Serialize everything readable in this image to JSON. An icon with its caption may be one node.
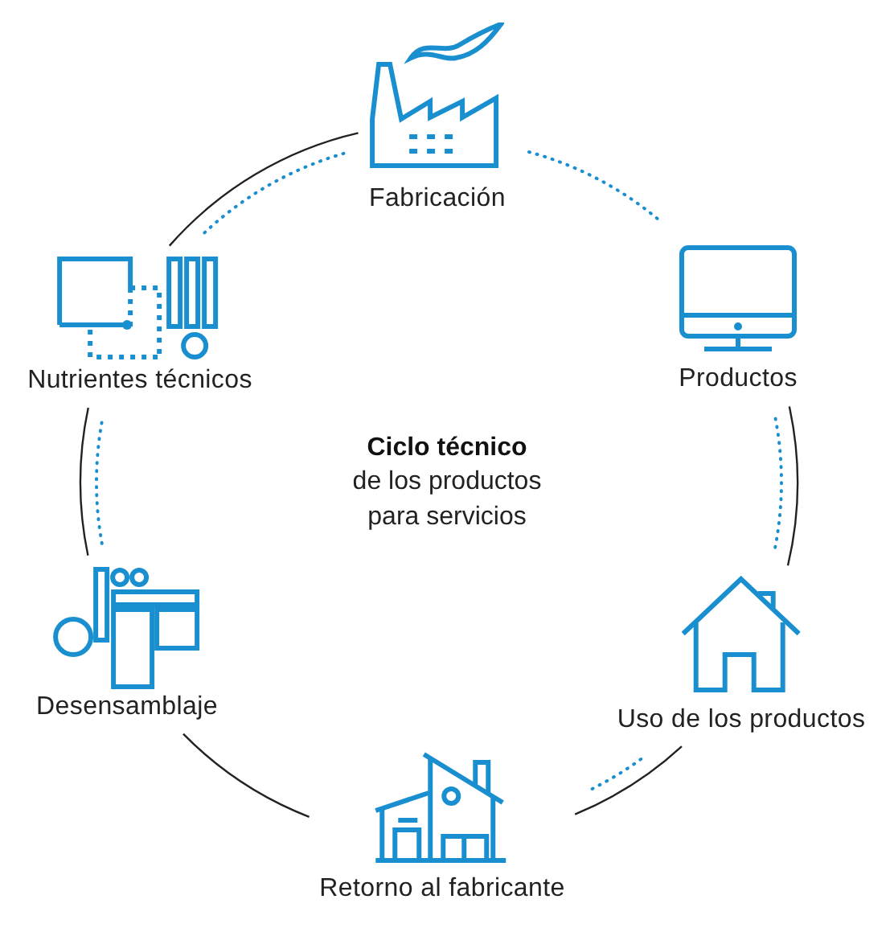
{
  "diagram": {
    "title": "Ciclo técnico",
    "nodes": [
      {
        "text": [
          "Fabricación"
        ]
      },
      {
        "text": [
          "Productos"
        ]
      },
      {
        "text": [
          "Uso de los productos"
        ]
      },
      {
        "text": [
          "Retorno al fabricante"
        ]
      },
      {
        "text": [
          "Desensamblaje"
        ]
      },
      {
        "text": [
          "Nutrientes técnicos"
        ]
      }
    ],
    "edges": [
      {
        "from": 0,
        "to": 1,
        "arrow": "none",
        "style": "dashed",
        "color": "#1a8fd0"
      },
      {
        "from": 1,
        "to": 2,
        "arrow": "none",
        "color": "#222222"
      },
      {
        "from": 1,
        "to": 2,
        "arrow": "none",
        "style": "dashed",
        "color": "#1a8fd0"
      },
      {
        "from": 2,
        "to": 3,
        "arrow": "none",
        "color": "#222222"
      },
      {
        "from": 2,
        "to": 3,
        "arrow": "none",
        "style": "dashed",
        "color": "#1a8fd0"
      },
      {
        "from": 3,
        "to": 4,
        "arrow": "none",
        "color": "#222222"
      },
      {
        "from": 4,
        "to": 5,
        "arrow": "none",
        "color": "#222222"
      },
      {
        "from": 4,
        "to": 5,
        "arrow": "none",
        "style": "dashed",
        "color": "#1a8fd0"
      },
      {
        "from": 5,
        "to": 0,
        "arrow": "none",
        "color": "#222222"
      },
      {
        "from": 5,
        "to": 0,
        "arrow": "none",
        "style": "dashed",
        "color": "#1a8fd0"
      }
    ],
    "labels": [
      "de los productos para servicios"
    ]
  }
}
